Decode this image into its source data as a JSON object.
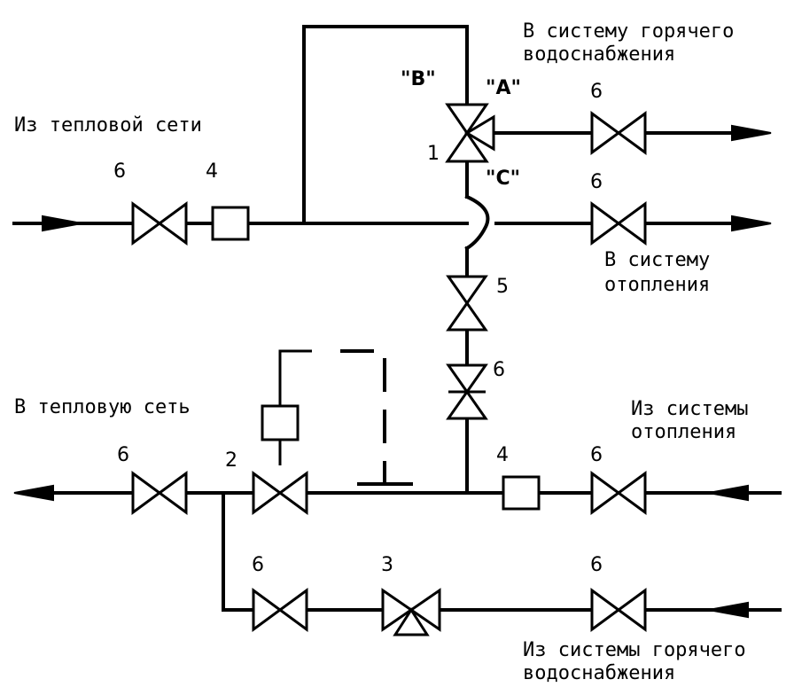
{
  "labels": {
    "from_heat_network": "Из тепловой сети",
    "to_hot_water_1": "В систему горячего",
    "to_hot_water_2": "водоснабжения",
    "to_heating_1": "В систему",
    "to_heating_2": "отопления",
    "to_heat_network": "В тепловую сеть",
    "from_heating_1": "Из системы",
    "from_heating_2": "отопления",
    "from_hot_water_1": "Из системы горячего",
    "from_hot_water_2": "водоснабжения"
  },
  "ports": {
    "a": "\"A\"",
    "b": "\"B\"",
    "c": "\"C\""
  },
  "numbers": {
    "n1": "1",
    "n2": "2",
    "n3": "3",
    "n4_top": "4",
    "n4_bottom": "4",
    "n5": "5",
    "n6_top_left": "6",
    "n6_hw_out": "6",
    "n6_heat_out": "6",
    "n6_vertical": "6",
    "n6_return_left": "6",
    "n6_return_right": "6",
    "n6_bottom_left": "6",
    "n6_bottom_right": "6"
  }
}
